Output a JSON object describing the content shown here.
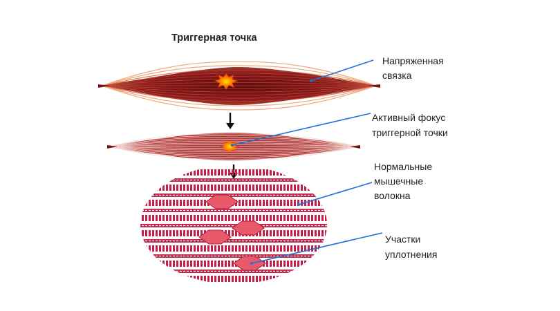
{
  "title": "Триггерная точка",
  "labels": {
    "tense_band": [
      "Напряженная",
      "связка"
    ],
    "active_focus": [
      "Активный фокус",
      "триггерной точки"
    ],
    "normal_fibers": [
      "Нормальные",
      "мышечные",
      "волокна"
    ],
    "contraction_sites": [
      "Участки",
      "уплотнения"
    ]
  },
  "colors": {
    "outer_fibers": "#f0a77a",
    "muscle_dark": "#7a1414",
    "muscle_mid": "#a52a2a",
    "fiber_red": "#c0284a",
    "knot_fill": "#e85a6a",
    "focus_red": "#ff2a00",
    "focus_yellow": "#ffe100",
    "leader": "#1f6fd6",
    "arrow": "#111111"
  }
}
